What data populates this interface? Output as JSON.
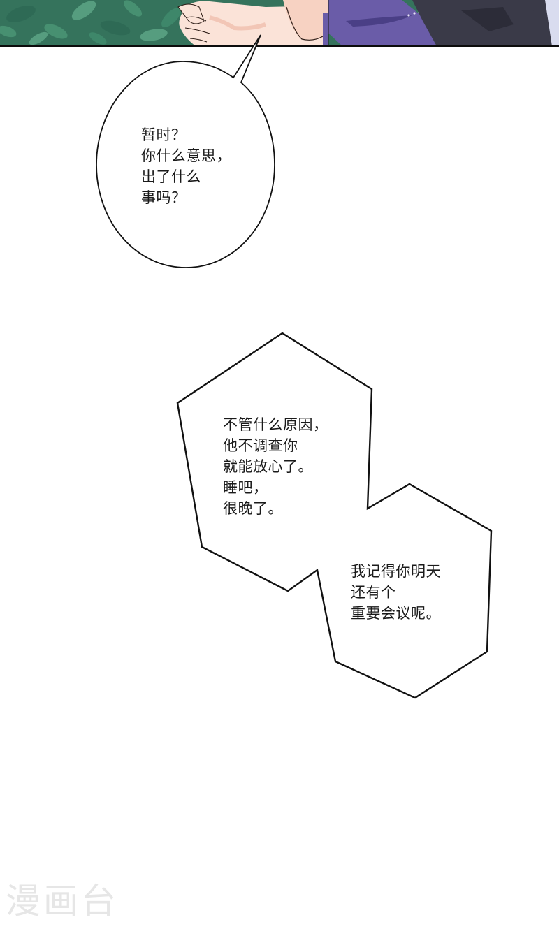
{
  "panel_top": {
    "description": "artwork strip: green foliage background, pale hand at center, purple and dark clothing at right",
    "colors": {
      "foliage_dark": "#2e6a55",
      "foliage_mid": "#3f8a6c",
      "foliage_light": "#5aa283",
      "skin": "#fbe3d8",
      "skin_shadow": "#f2c6b6",
      "purple": "#6a5ca8",
      "purple_dark": "#4a3f86",
      "clothing_dark": "#3a3a48",
      "border": "#0c0c0c"
    }
  },
  "bubbles": [
    {
      "id": "bubble-1",
      "shape": "oval",
      "lines": [
        "暂时？",
        "你什么意思，",
        "出了什么",
        "事吗？"
      ]
    },
    {
      "id": "bubble-2",
      "shape": "hexagon",
      "lines": [
        "不管什么原因，",
        "他不调查你",
        "就能放心了。",
        "睡吧，",
        "很晚了。"
      ]
    },
    {
      "id": "bubble-3",
      "shape": "hexagon",
      "lines": [
        "我记得你明天",
        "还有个",
        "重要会议呢。"
      ]
    }
  ],
  "watermark": {
    "text": "漫画台",
    "color": "#e6e6e6"
  }
}
